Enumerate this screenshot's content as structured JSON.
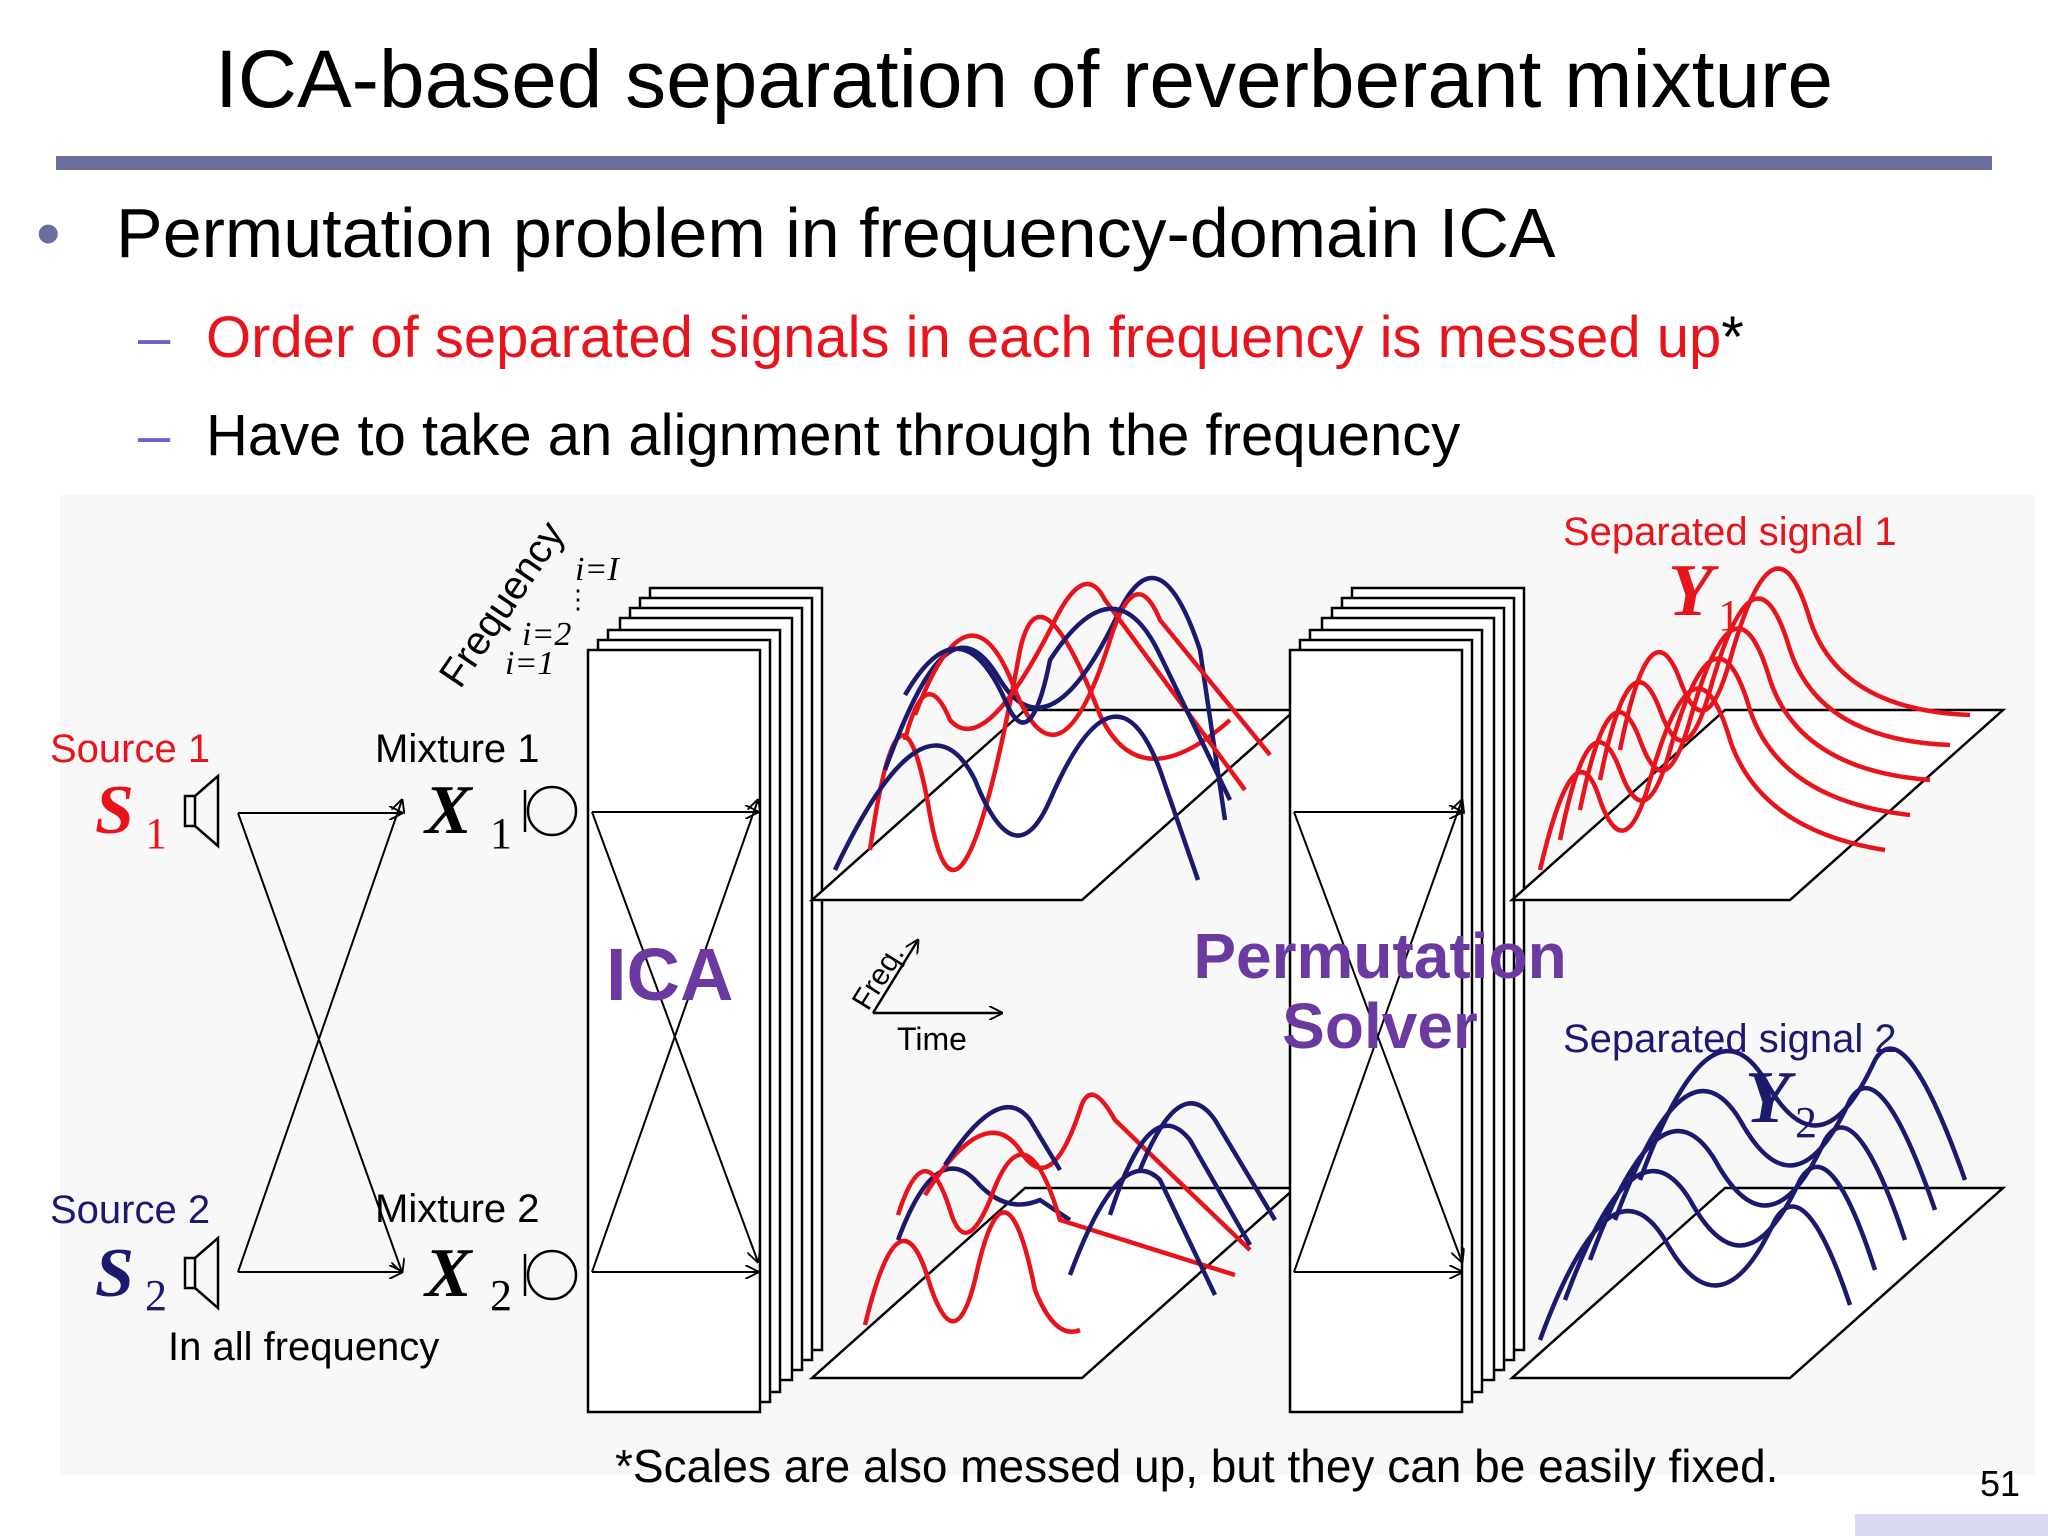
{
  "slide": {
    "title": "ICA-based separation of reverberant mixture",
    "bullet": "Permutation problem in frequency-domain ICA",
    "sub_dash": "–",
    "sub1": "Order of separated signals in each frequency is messed up",
    "sub1_star": "*",
    "sub2": "Have to take an alignment through the frequency",
    "footnote": "*Scales are also messed up, but they can be easily fixed.",
    "page_number": "51"
  },
  "diagram": {
    "source1_label": "Source 1",
    "source1_symbol": "S",
    "source1_sub": "1",
    "source2_label": "Source 2",
    "source2_symbol": "S",
    "source2_sub": "2",
    "mixture1_label": "Mixture 1",
    "mixture1_symbol": "X",
    "mixture1_sub": "1",
    "mixture2_label": "Mixture 2",
    "mixture2_symbol": "X",
    "mixture2_sub": "2",
    "all_freq_label": "In all frequency",
    "frequency_axis_label": "Frequency",
    "freq_index_top": "i=I",
    "freq_index_mid": "i=2",
    "freq_index_bottom": "i=1",
    "ellipsis": "⋮",
    "ica_label": "ICA",
    "perm_label_line1": "Permutation",
    "perm_label_line2": "Solver",
    "axis_freq": "Freq.",
    "axis_time": "Time",
    "separated1_label": "Separated signal 1",
    "separated1_symbol": "Y",
    "separated1_sub": "1",
    "separated2_label": "Separated signal 2",
    "separated2_symbol": "Y",
    "separated2_sub": "2",
    "colors": {
      "red": "#e8141c",
      "navy": "#1c1a6e",
      "purple": "#6a3aa0",
      "rule": "#6b6e9a"
    }
  }
}
